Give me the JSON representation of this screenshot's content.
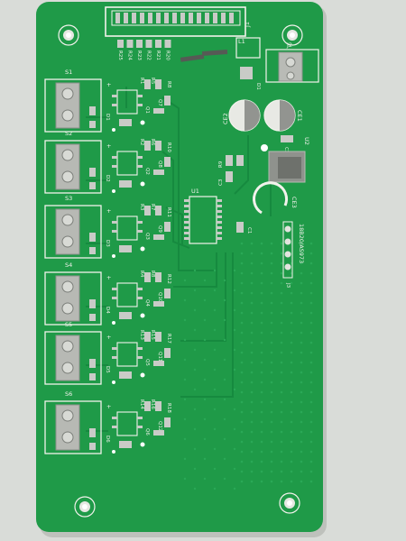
{
  "board": {
    "colors": {
      "background": "#d9dcd8",
      "solder_mask": "#1f9a48",
      "mask_dark": "#17823c",
      "silkscreen": "#f2f2ec",
      "tin": "#c9cbc7",
      "trace": "#168a3f"
    },
    "header_label": "J1",
    "power_labels": {
      "j2": "J2",
      "l1": "L1",
      "d1": "D1",
      "ce1": "CE1",
      "ce2": "CE2",
      "c2": "C2",
      "u2": "U2",
      "ce3": "CE3",
      "r9": "R9",
      "c3": "C3",
      "j3": "J3",
      "u1": "U1",
      "c1": "C1"
    },
    "vertical_text": "18B20/AS973",
    "resistor_row": [
      "R25",
      "R24",
      "R23",
      "R22",
      "R21",
      "R20"
    ],
    "channels": [
      {
        "s": "S1",
        "d": "D1",
        "q": "Q1",
        "rq": "Q7",
        "r1": "R1",
        "r2": "R5",
        "r3": "R8",
        "plus": "+"
      },
      {
        "s": "S2",
        "d": "D2",
        "q": "Q2",
        "rq": "Q8",
        "r1": "R2",
        "r2": "R6",
        "r3": "R10",
        "plus": "+"
      },
      {
        "s": "S3",
        "d": "D3",
        "q": "Q3",
        "rq": "Q9",
        "r1": "R3",
        "r2": "R7",
        "r3": "R11",
        "plus": "+"
      },
      {
        "s": "S4",
        "d": "D4",
        "q": "Q4",
        "rq": "Q10",
        "r1": "R4",
        "r2": "R8",
        "r3": "R12",
        "plus": "+"
      },
      {
        "s": "S5",
        "d": "D5",
        "q": "Q5",
        "rq": "Q11",
        "r1": "R13",
        "r2": "R15",
        "r3": "R17",
        "plus": "+"
      },
      {
        "s": "S6",
        "d": "D6",
        "q": "Q6",
        "rq": "Q12",
        "r1": "R14",
        "r2": "R16",
        "r3": "R18",
        "plus": "+"
      }
    ]
  }
}
